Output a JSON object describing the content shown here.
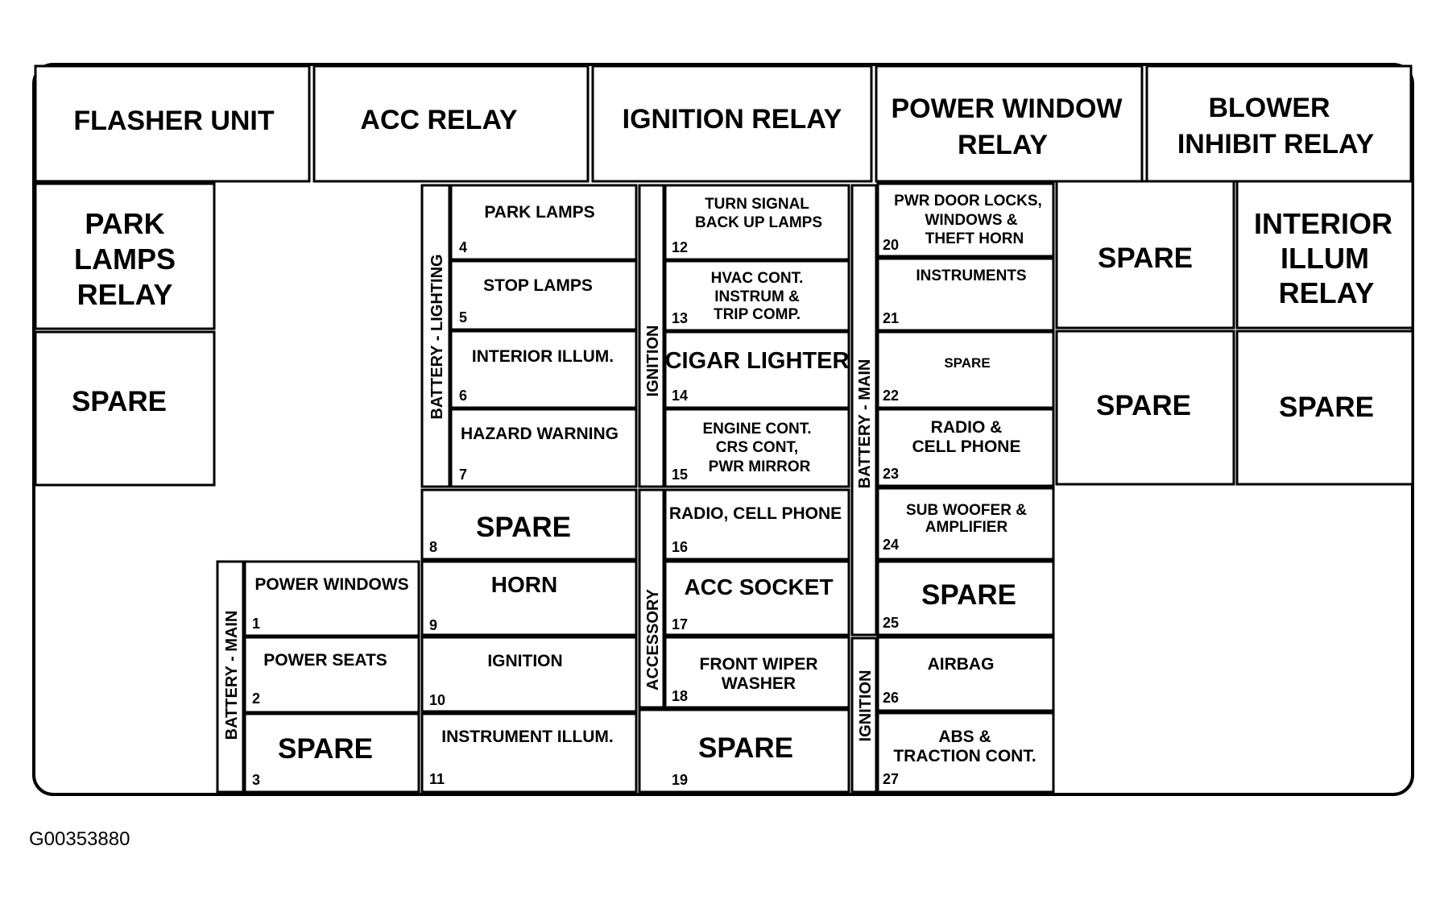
{
  "figure_id": "G00353880",
  "relays_top": [
    {
      "lines": [
        "FLASHER UNIT"
      ]
    },
    {
      "lines": [
        "ACC RELAY"
      ]
    },
    {
      "lines": [
        "IGNITION RELAY"
      ]
    },
    {
      "lines": [
        "POWER WINDOW",
        "RELAY"
      ]
    },
    {
      "lines": [
        "BLOWER",
        "INHIBIT RELAY"
      ]
    }
  ],
  "relays_left": {
    "park_lamps_relay": [
      "PARK",
      "LAMPS",
      "RELAY"
    ],
    "spare": "SPARE"
  },
  "relays_right": {
    "spare_top": "SPARE",
    "interior_illum_relay": [
      "INTERIOR",
      "ILLUM",
      "RELAY"
    ],
    "spare_bottom_left": "SPARE",
    "spare_bottom_right": "SPARE"
  },
  "bus_labels": {
    "battery_lighting": "BATTERY - LIGHTING",
    "ignition_a": "IGNITION",
    "battery_main_right": "BATTERY - MAIN",
    "battery_main_left": "BATTERY - MAIN",
    "accessory": "ACCESSORY",
    "ignition_b": "IGNITION"
  },
  "fuses": [
    {
      "num": "1",
      "lines": [
        "POWER WINDOWS"
      ]
    },
    {
      "num": "2",
      "lines": [
        "POWER SEATS"
      ]
    },
    {
      "num": "3",
      "lines": [
        "SPARE"
      ]
    },
    {
      "num": "4",
      "lines": [
        "PARK LAMPS"
      ]
    },
    {
      "num": "5",
      "lines": [
        "STOP LAMPS"
      ]
    },
    {
      "num": "6",
      "lines": [
        "INTERIOR ILLUM."
      ]
    },
    {
      "num": "7",
      "lines": [
        "HAZARD WARNING"
      ]
    },
    {
      "num": "8",
      "lines": [
        "SPARE"
      ]
    },
    {
      "num": "9",
      "lines": [
        "HORN"
      ]
    },
    {
      "num": "10",
      "lines": [
        "IGNITION"
      ]
    },
    {
      "num": "11",
      "lines": [
        "INSTRUMENT ILLUM."
      ]
    },
    {
      "num": "12",
      "lines": [
        "TURN SIGNAL",
        "BACK UP LAMPS"
      ]
    },
    {
      "num": "13",
      "lines": [
        "HVAC CONT.",
        "INSTRUM &",
        "TRIP COMP."
      ]
    },
    {
      "num": "14",
      "lines": [
        "CIGAR LIGHTER"
      ]
    },
    {
      "num": "15",
      "lines": [
        "ENGINE CONT.",
        "CRS CONT,",
        "PWR MIRROR"
      ]
    },
    {
      "num": "16",
      "lines": [
        "RADIO, CELL PHONE"
      ]
    },
    {
      "num": "17",
      "lines": [
        "ACC SOCKET"
      ]
    },
    {
      "num": "18",
      "lines": [
        "FRONT WIPER",
        "WASHER"
      ]
    },
    {
      "num": "19",
      "lines": [
        "SPARE"
      ]
    },
    {
      "num": "20",
      "lines": [
        "PWR DOOR LOCKS,",
        "WINDOWS &",
        "THEFT HORN"
      ]
    },
    {
      "num": "21",
      "lines": [
        "INSTRUMENTS"
      ]
    },
    {
      "num": "22",
      "lines": [
        "SPARE"
      ]
    },
    {
      "num": "23",
      "lines": [
        "RADIO &",
        "CELL PHONE"
      ]
    },
    {
      "num": "24",
      "lines": [
        "SUB WOOFER &",
        "AMPLIFIER"
      ]
    },
    {
      "num": "25",
      "lines": [
        "SPARE"
      ]
    },
    {
      "num": "26",
      "lines": [
        "AIRBAG"
      ]
    },
    {
      "num": "27",
      "lines": [
        "ABS &",
        "TRACTION CONT."
      ]
    }
  ]
}
